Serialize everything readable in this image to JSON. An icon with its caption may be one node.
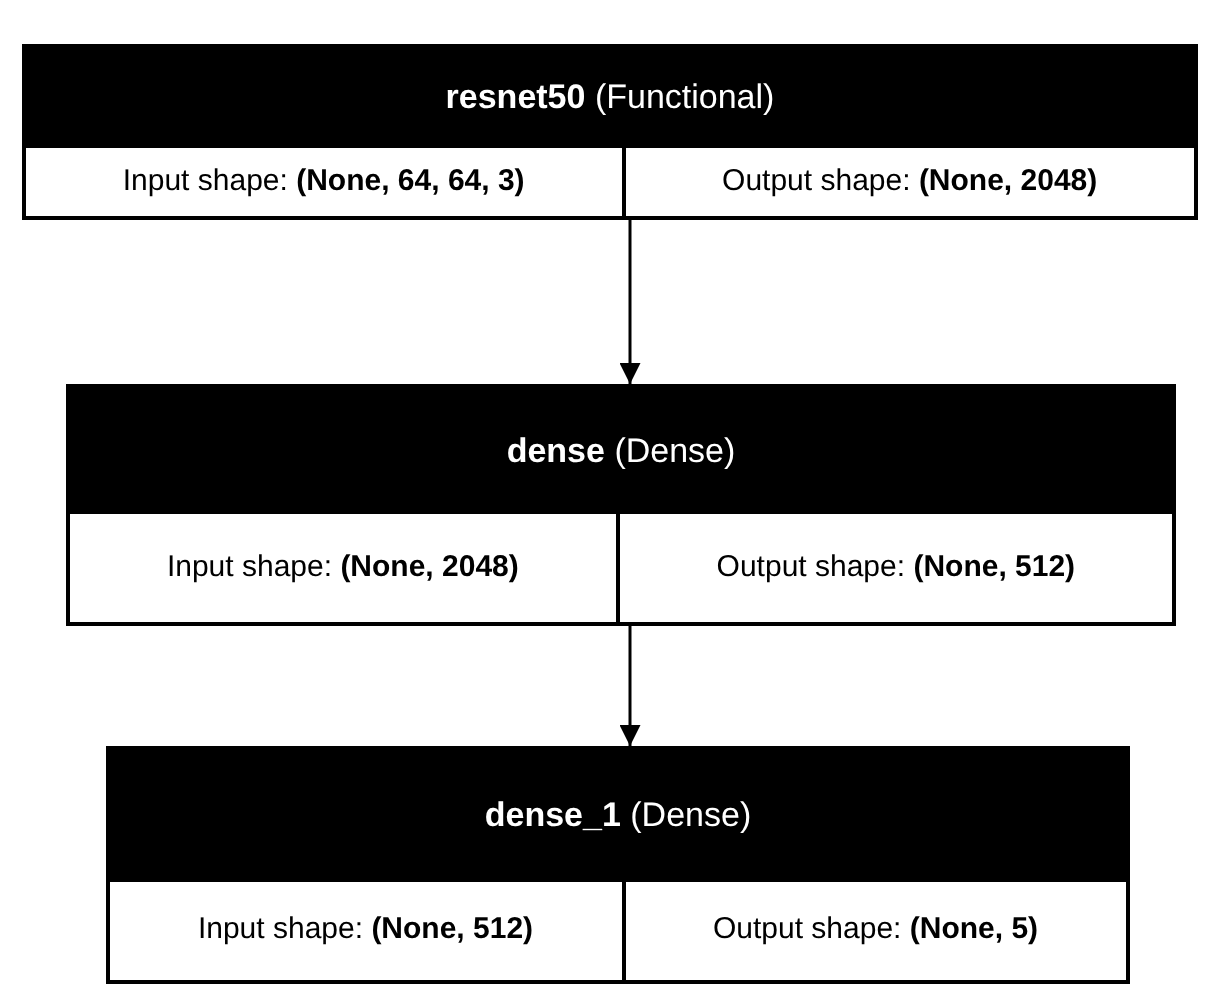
{
  "diagram": {
    "nodes": [
      {
        "text": [
          "**resnet50** (Functional)",
          "Input shape: **(None, 64, 64, 3)**",
          "Output shape: **(None, 2048)**"
        ]
      },
      {
        "text": [
          "**dense** (Dense)",
          "Input shape: **(None, 2048)**",
          "Output shape: **(None, 512)**"
        ]
      },
      {
        "text": [
          "**dense_1** (Dense)",
          "Input shape: **(None, 512)**",
          "Output shape: **(None, 5)**"
        ]
      }
    ],
    "edges": [
      {
        "from": 0,
        "to": 1,
        "arrow": "to"
      },
      {
        "from": 1,
        "to": 2,
        "arrow": "to"
      }
    ]
  }
}
